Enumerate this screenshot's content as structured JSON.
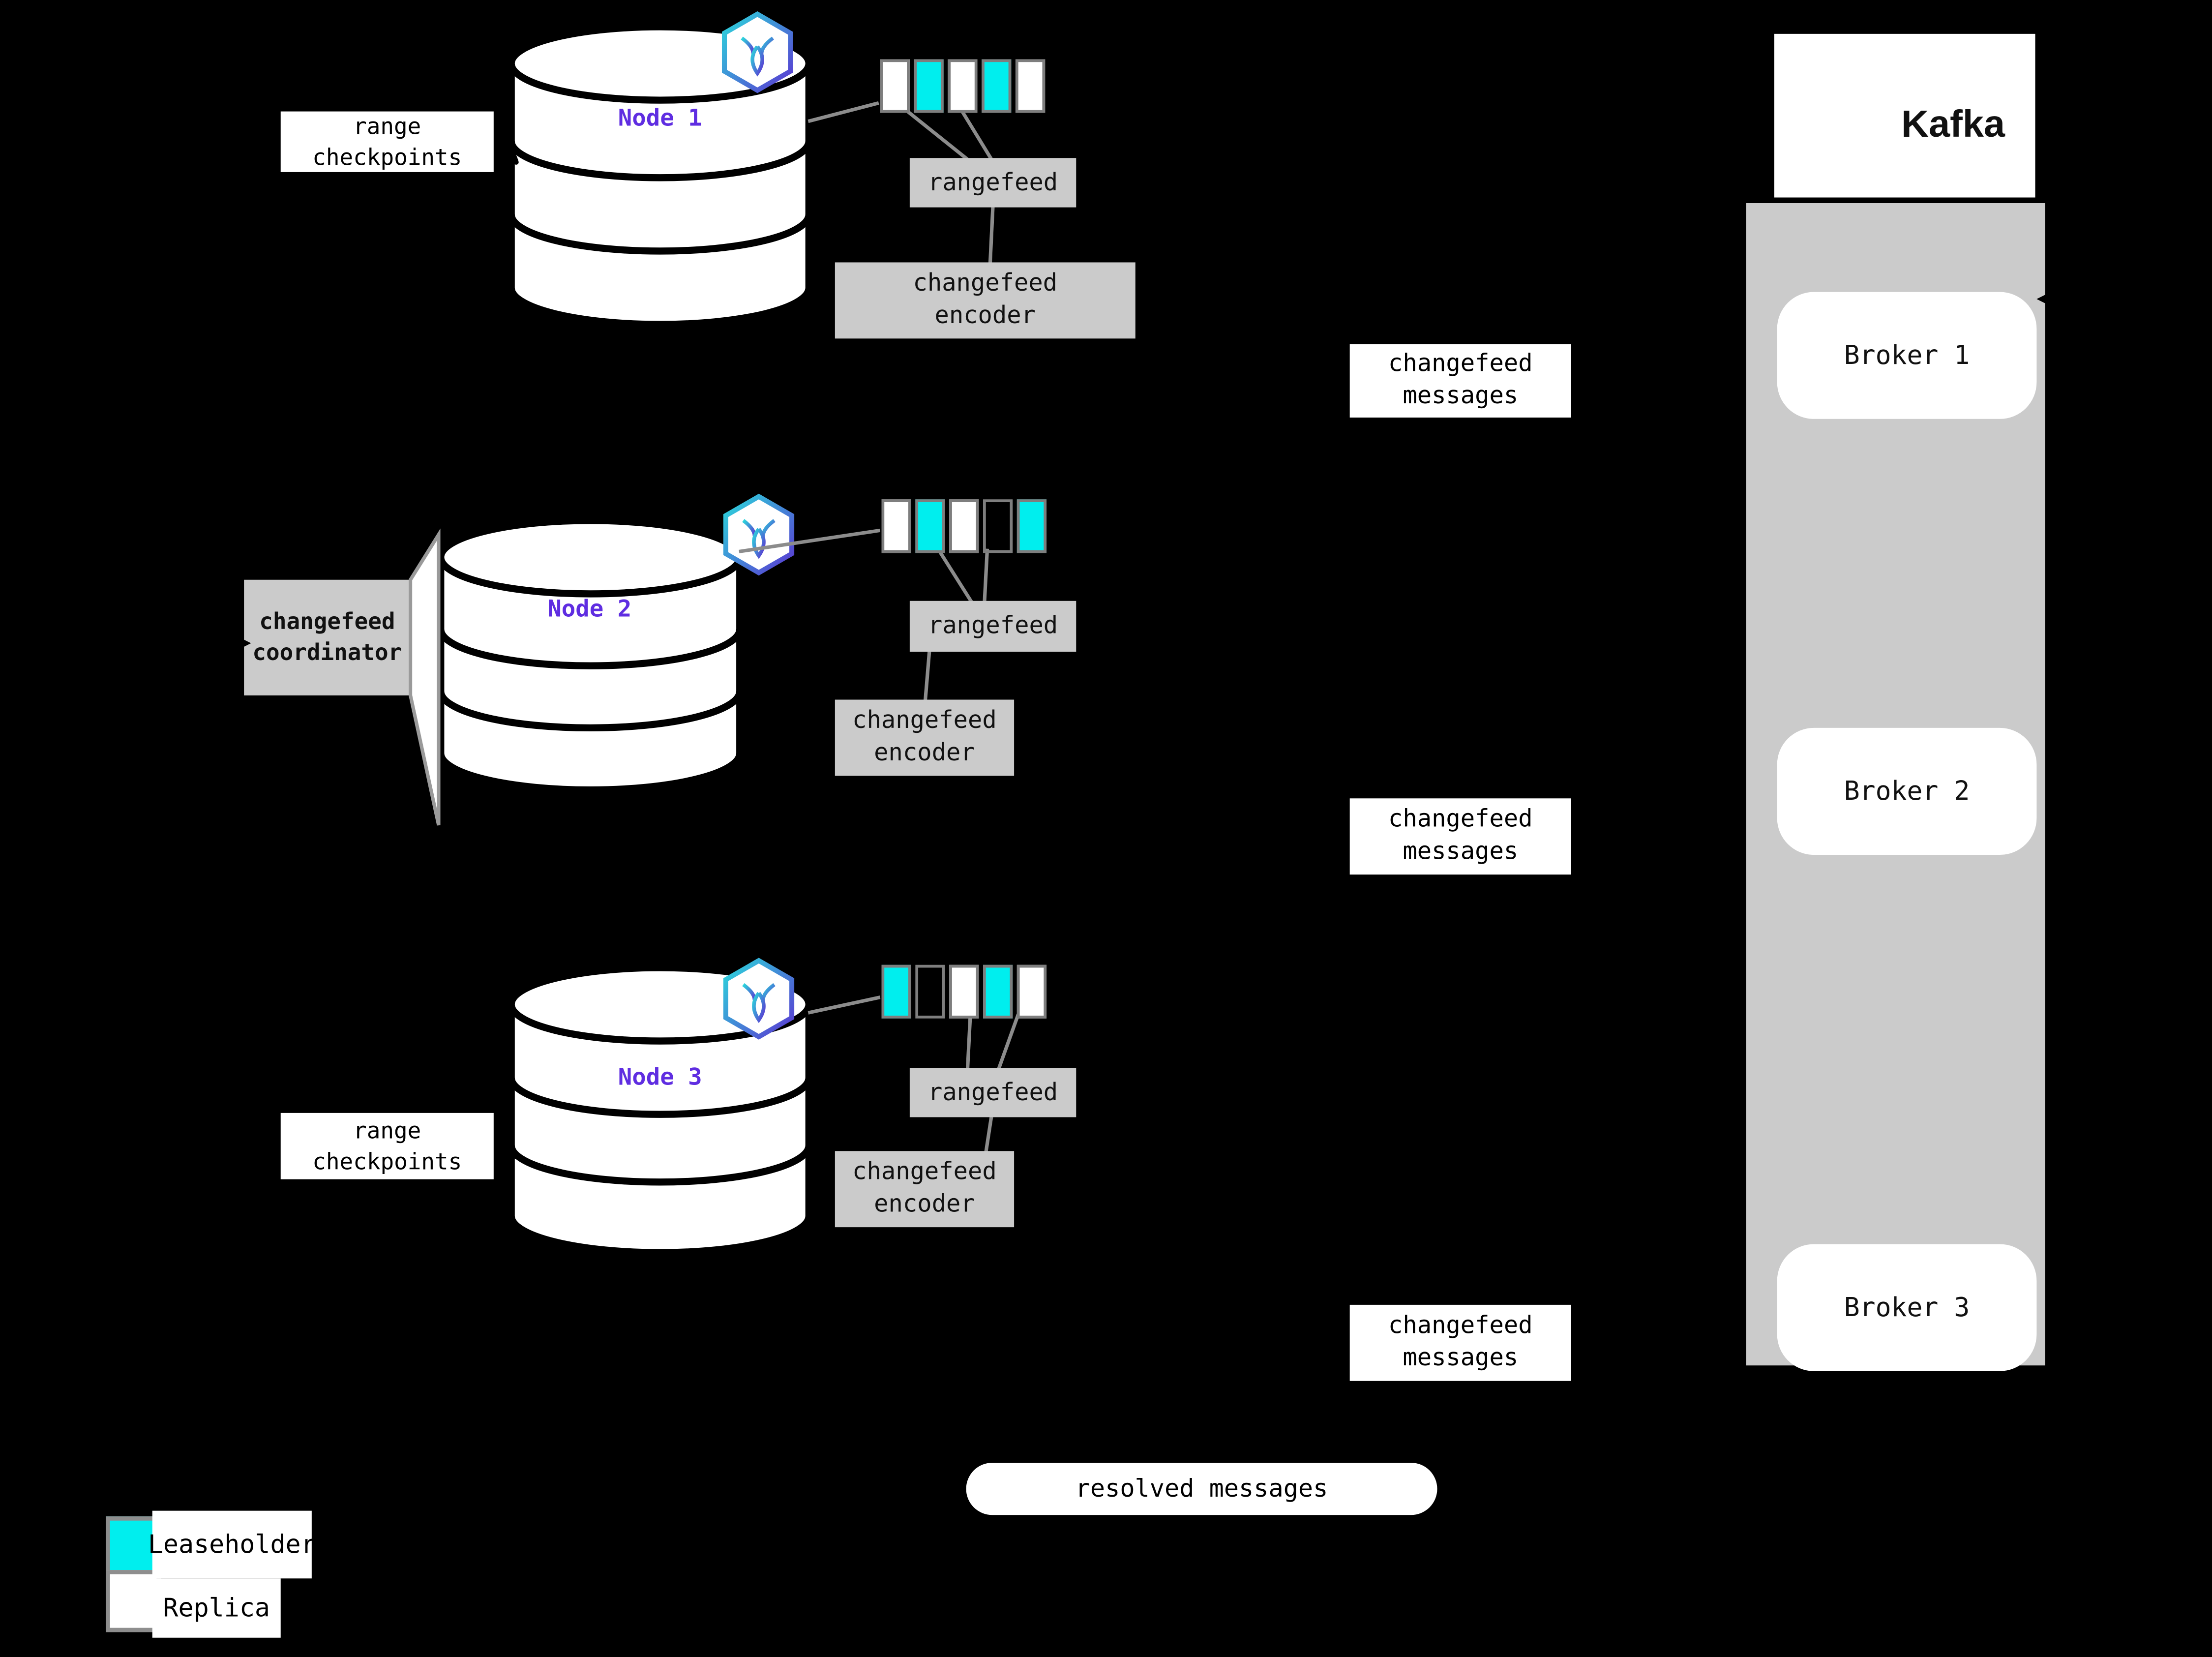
{
  "colors": {
    "background": "#000000",
    "leaseholder": "#00EEEE",
    "replica": "#FFFFFF",
    "panel_grey": "#CBCBCB",
    "connector_grey": "#8C8C8C",
    "node_name_purple": "#5F2DE1"
  },
  "checkpoint_labels": {
    "top": {
      "line1": "range",
      "line2": "checkpoints"
    },
    "bottom": {
      "line1": "range",
      "line2": "checkpoints"
    }
  },
  "coordinator": {
    "line1": "changefeed",
    "line2": "coordinator"
  },
  "nodes": [
    {
      "name": "Node 1",
      "rangefeed": "rangefeed",
      "encoder": {
        "line1": "changefeed",
        "line2": "encoder"
      },
      "ranges": [
        "replica",
        "leaseholder",
        "replica",
        "leaseholder",
        "replica"
      ]
    },
    {
      "name": "Node 2",
      "rangefeed": "rangefeed",
      "encoder": {
        "line1": "changefeed",
        "line2": "encoder"
      },
      "ranges": [
        "replica",
        "leaseholder",
        "replica",
        "empty",
        "leaseholder"
      ]
    },
    {
      "name": "Node 3",
      "rangefeed": "rangefeed",
      "encoder": {
        "line1": "changefeed",
        "line2": "encoder"
      },
      "ranges": [
        "leaseholder",
        "empty",
        "replica",
        "leaseholder",
        "replica"
      ]
    }
  ],
  "messages": [
    {
      "line1": "changefeed",
      "line2": "messages"
    },
    {
      "line1": "changefeed",
      "line2": "messages"
    },
    {
      "line1": "changefeed",
      "line2": "messages"
    }
  ],
  "resolved": {
    "label": "resolved messages"
  },
  "kafka": {
    "brand": "Kafka",
    "brokers": [
      {
        "label": "Broker 1"
      },
      {
        "label": "Broker 2"
      },
      {
        "label": "Broker 3"
      }
    ]
  },
  "legend": {
    "items": [
      {
        "kind": "leaseholder",
        "label": "Leaseholder"
      },
      {
        "kind": "replica",
        "label": "Replica"
      }
    ]
  }
}
